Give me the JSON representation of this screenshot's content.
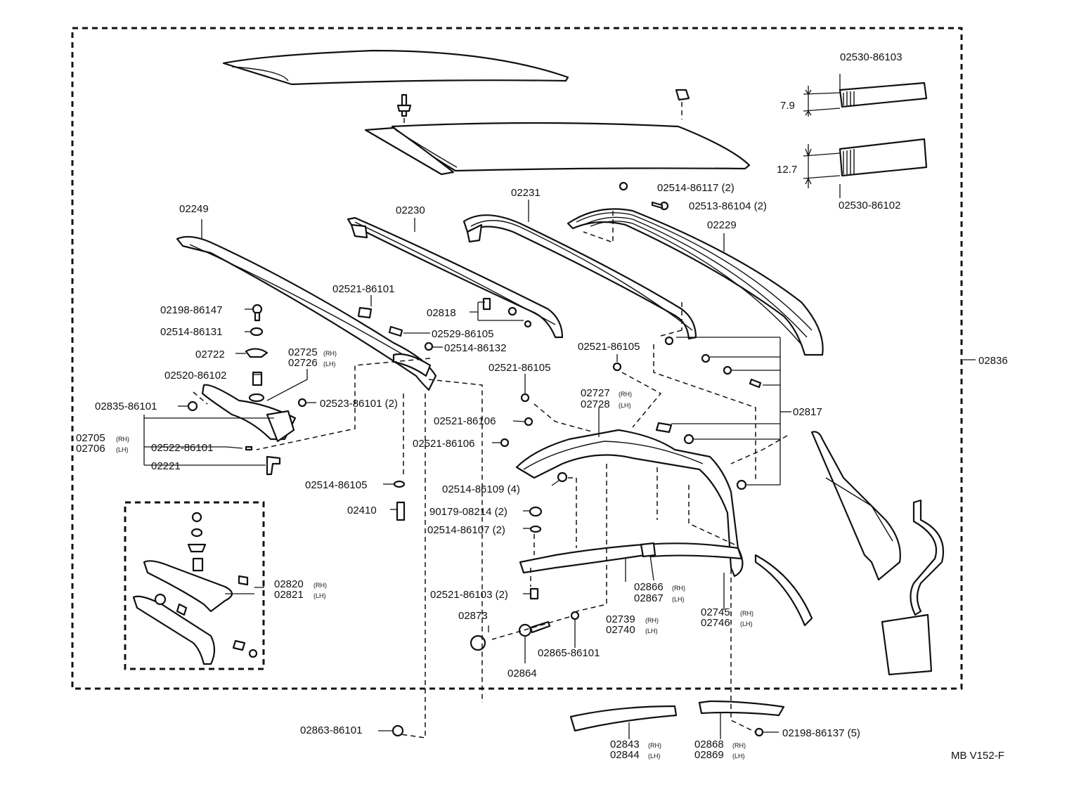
{
  "footer_code": "MB V152-F",
  "dimensions": {
    "d1": "7.9",
    "d2": "12.7"
  },
  "labels": {
    "p02530_86103": "02530-86103",
    "p02530_86102": "02530-86102",
    "p02514_86117": "02514-86117 (2)",
    "p02513_86104": "02513-86104 (2)",
    "p02249": "02249",
    "p02230": "02230",
    "p02231": "02231",
    "p02229": "02229",
    "p02521_86101": "02521-86101",
    "p02198_86147": "02198-86147",
    "p02818": "02818",
    "p02514_86131": "02514-86131",
    "p02529_86105": "02529-86105",
    "p02722": "02722",
    "p02514_86132": "02514-86132",
    "p02725": "02725",
    "p02726": "02726",
    "p02521_86105a": "02521-86105",
    "p02520_86102": "02520-86102",
    "p02521_86105b": "02521-86105",
    "p02836": "02836",
    "p02835_86101": "02835-86101",
    "p02523_86101": "02523-86101 (2)",
    "p02727": "02727",
    "p02728": "02728",
    "p02817": "02817",
    "p02705": "02705",
    "p02706": "02706",
    "p02521_86106a": "02521-86106",
    "p02522_86101": "02522-86101",
    "p02521_86106b": "02521-86106",
    "p02221": "02221",
    "p02514_86105": "02514-86105",
    "p02514_86109": "02514-86109 (4)",
    "p02410": "02410",
    "p90179_08214": "90179-08214 (2)",
    "p02514_86107": "02514-86107 (2)",
    "p02820": "02820",
    "p02821": "02821",
    "p02866": "02866",
    "p02867": "02867",
    "p02745": "02745",
    "p02746": "02746",
    "p02521_86103": "02521-86103 (2)",
    "p02873": "02873",
    "p02739": "02739",
    "p02740": "02740",
    "p02864": "02864",
    "p02865_86101": "02865-86101",
    "p02863_86101": "02863-86101",
    "p02843": "02843",
    "p02844": "02844",
    "p02868": "02868",
    "p02869": "02869",
    "p02198_86137": "02198-86137 (5)"
  },
  "side_marks": {
    "rh": "(RH)",
    "lh": "(LH)"
  }
}
